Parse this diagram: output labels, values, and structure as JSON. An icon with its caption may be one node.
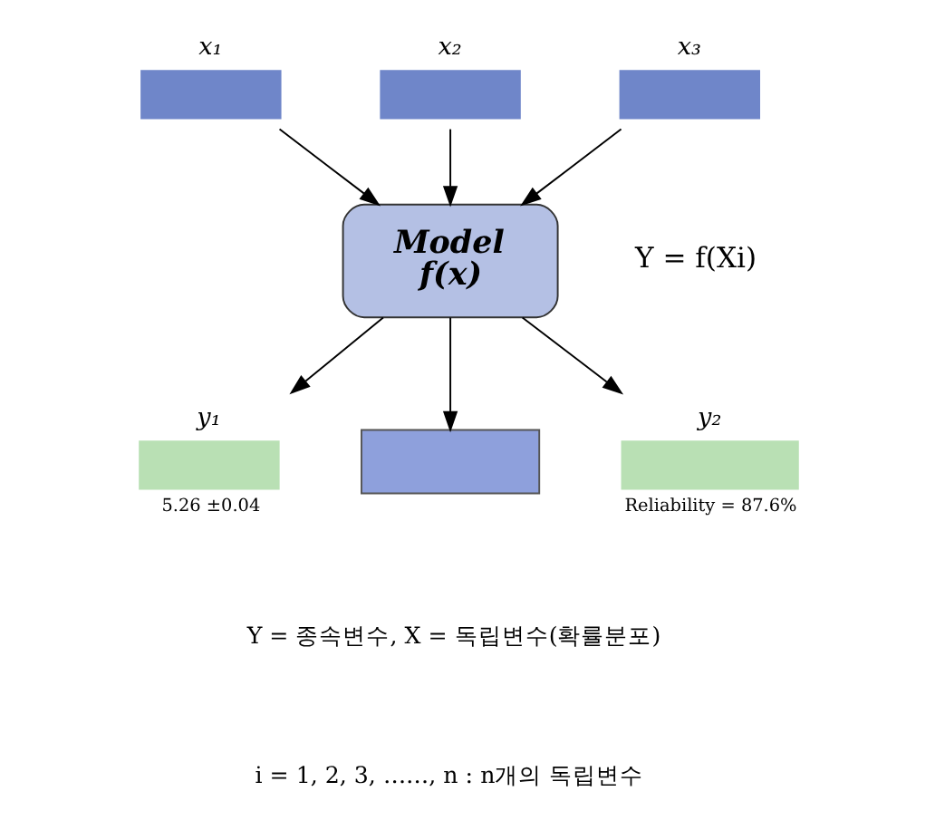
{
  "diagram": {
    "nodes": [
      {
        "text": [
          "x₁"
        ]
      },
      {
        "text": [
          "x₂"
        ]
      },
      {
        "text": [
          "x₃"
        ]
      },
      {
        "text": [
          "Model",
          "f(x)"
        ]
      },
      {
        "text": [
          "y₁"
        ],
        "beside": [
          "5.26 ±0.04"
        ]
      },
      {
        "text": [],
        "shape": "box"
      },
      {
        "text": [
          "y₂"
        ],
        "beside": [
          "Reliability = 87.6%"
        ]
      }
    ],
    "edges": [
      {
        "from": 0,
        "to": 3,
        "arrow": "to"
      },
      {
        "from": 1,
        "to": 3,
        "arrow": "to"
      },
      {
        "from": 2,
        "to": 3,
        "arrow": "to"
      },
      {
        "from": 3,
        "to": 4,
        "arrow": "to"
      },
      {
        "from": 3,
        "to": 5,
        "arrow": "to"
      },
      {
        "from": 3,
        "to": 6,
        "arrow": "to"
      }
    ],
    "labels": [
      "Y = f(Xi)",
      "Y = 종속변수, X = 독립변수(확률분포)",
      "i = 1, 2, 3, ……, n : n개의 독립변수"
    ]
  }
}
